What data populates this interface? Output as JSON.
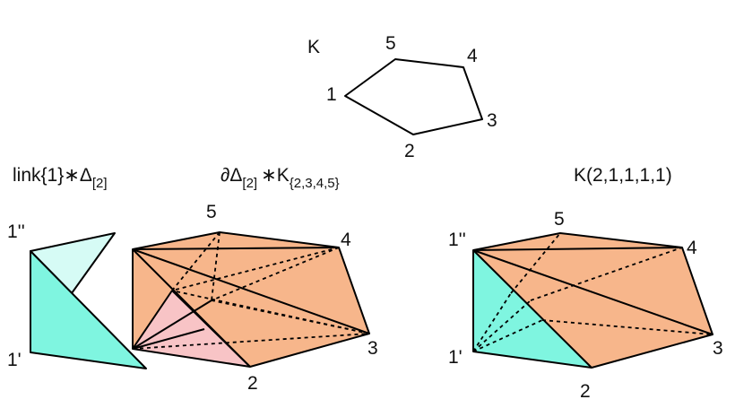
{
  "top": {
    "name": "K",
    "vertices": [
      "5",
      "4",
      "1",
      "3",
      "2"
    ]
  },
  "left": {
    "title_prefix": "link{1}",
    "title_op": "∗",
    "title_delta": "Δ",
    "title_sub": "[2]",
    "vertex_top": "1''",
    "vertex_bottom": "1'"
  },
  "middle": {
    "title_partial": "∂",
    "title_delta": "Δ",
    "title_sub1": "[2]",
    "title_op": "∗",
    "title_k": "K",
    "title_sub2": "{2,3,4,5}",
    "vertices": [
      "5",
      "4",
      "3",
      "2"
    ]
  },
  "right": {
    "title": "K(2,1,1,1,1)",
    "vertex_top": "1''",
    "vertex_bottom": "1'",
    "vertices": [
      "5",
      "4",
      "3",
      "2"
    ]
  },
  "colors": {
    "teal": "#7ff5e0",
    "light_teal": "#d6fbf5",
    "orange": "#f7b68b",
    "pink": "#f8c4c6",
    "line": "#000000"
  }
}
